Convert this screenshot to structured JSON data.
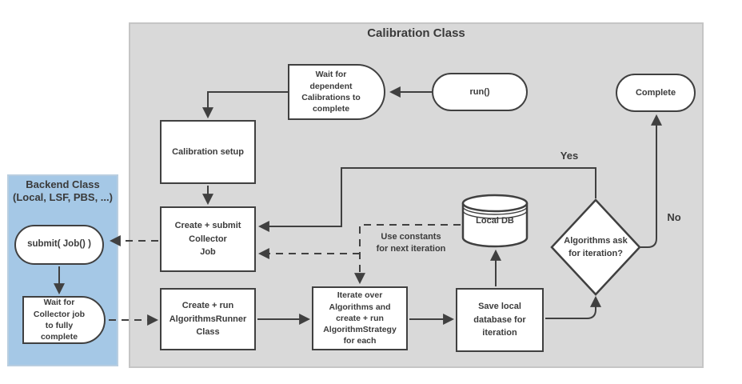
{
  "diagram": {
    "calibration_container": {
      "title": "Calibration Class"
    },
    "backend_container": {
      "title": "Backend Class\n(Local, LSF, PBS, ...)"
    },
    "nodes": {
      "run": "run()",
      "complete": "Complete",
      "wait_dependent": "Wait for\ndependent\nCalibrations to\ncomplete",
      "calibration_setup": "Calibration setup",
      "create_submit_collector": "Create + submit\nCollector\nJob",
      "create_run_runner": "Create + run\nAlgorithmsRunner\nClass",
      "iterate_algorithms": "Iterate over\nAlgorithms and\ncreate + run\nAlgorithmStrategy\nfor each",
      "save_local_db": "Save local\ndatabase for\niteration",
      "local_db": "Local DB",
      "decision_iteration": "Algorithms ask\nfor iteration?",
      "submit_job": "submit( Job() )",
      "wait_collector": "Wait for\nCollector job\nto fully\ncomplete"
    },
    "edge_labels": {
      "yes": "Yes",
      "no": "No",
      "use_constants": "Use constants\nfor next iteration"
    },
    "colors": {
      "container_fill": "#d9d9d9",
      "backend_fill": "#a5c8e6",
      "shape_border": "#404040",
      "text": "#3b3b3b"
    }
  }
}
